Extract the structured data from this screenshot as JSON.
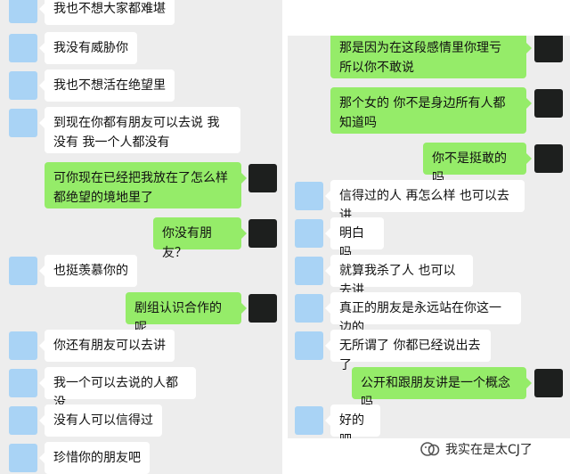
{
  "left_messages": [
    {
      "from": "other",
      "text": "我也不想大家都难堪"
    },
    {
      "from": "other",
      "text": "我没有威胁你"
    },
    {
      "from": "other",
      "text": "我也不想活在绝望里"
    },
    {
      "from": "other",
      "text": "到现在你都有朋友可以去说 我没有 我一个人都没有"
    },
    {
      "from": "me",
      "text": "可你现在已经把我放在了怎么样都绝望的境地里了"
    },
    {
      "from": "me",
      "text": "你没有朋友？"
    },
    {
      "from": "other",
      "text": "也挺羡慕你的"
    },
    {
      "from": "me",
      "text": "剧组认识合作的呢"
    },
    {
      "from": "other",
      "text": "你还有朋友可以去讲"
    },
    {
      "from": "other",
      "text": "我一个可以去说的人都没"
    },
    {
      "from": "other",
      "text": "没有人可以信得过"
    },
    {
      "from": "other",
      "text": "珍惜你的朋友吧"
    }
  ],
  "right_messages": [
    {
      "from": "me",
      "text": "那是因为在这段感情里你理亏 所以你不敢说"
    },
    {
      "from": "me",
      "text": "那个女的 你不是身边所有人都知道吗"
    },
    {
      "from": "me",
      "text": "你不是挺敢的吗"
    },
    {
      "from": "other",
      "text": "信得过的人 再怎么样 也可以去讲"
    },
    {
      "from": "other",
      "text": "明白吗"
    },
    {
      "from": "other",
      "text": "就算我杀了人 也可以去讲"
    },
    {
      "from": "other",
      "text": "真正的朋友是永远站在你这一边的"
    },
    {
      "from": "other",
      "text": "无所谓了 你都已经说出去了"
    },
    {
      "from": "me",
      "text": "公开和跟朋友讲是一个概念吗"
    },
    {
      "from": "other",
      "text": "好的吧"
    }
  ],
  "watermark": {
    "text": "我实在是太CJ了",
    "icon": "wechat-official-account-icon"
  },
  "colors": {
    "me_bubble": "#95ec69",
    "other_bubble": "#ffffff",
    "background": "#ededed",
    "other_avatar": "#a9d3f5",
    "me_avatar": "#1d1f1e"
  }
}
